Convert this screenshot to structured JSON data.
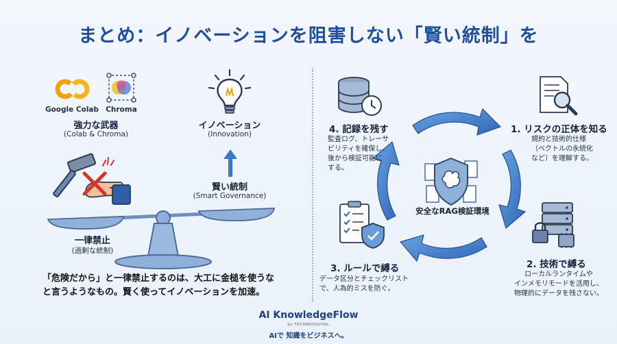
{
  "title": "まとめ：イノベーションを阻害しない「賢い統制」を",
  "left": {
    "tools": [
      {
        "name": "Google Colab",
        "icon": "colab-logo-icon"
      },
      {
        "name": "Chroma",
        "icon": "chroma-logo-icon"
      }
    ],
    "weapon_title": "強力な武器",
    "weapon_sub": "(Colab & Chroma)",
    "innovation_title": "イノベーション",
    "innovation_sub": "(Innovation)",
    "governance_title": "賢い統制",
    "governance_sub": "(Smart Governance)",
    "ban_title": "一律禁止",
    "ban_sub": "(過剰な統制)",
    "bottom_line1": "「危険だから」と一律禁止するのは、大工に金槌を使うな",
    "bottom_line2": "と言うようなもの。賢く使ってイノベーションを加速。"
  },
  "right": {
    "center_label": "安全なRAG検証環境",
    "steps": [
      {
        "title": "1. リスクの正体を知る",
        "lines": [
          "規約と技術的仕様",
          "（ベクトルの永続化",
          "など）を理解する。"
        ]
      },
      {
        "title": "2. 技術で縛る",
        "lines": [
          "ローカルランタイムや",
          "インメモリモードを活用し、",
          "物理的にデータを残さない。"
        ]
      },
      {
        "title": "3. ルールで縛る",
        "lines": [
          "データ区分とチェックリスト",
          "で、人為的ミスを防ぐ。"
        ]
      },
      {
        "title": "4. 記録を残す",
        "lines": [
          "監査ログ、トレーサ",
          "ビリティを確保し、",
          "後から検証可能に",
          "する。"
        ]
      }
    ]
  },
  "footer": {
    "brand": "AI KnowledgeFlow",
    "by": "by TECHNODIGITAL",
    "tagline": "AIで 知識をビジネスへ。"
  },
  "colors": {
    "title_blue": "#1d4f9c",
    "arrow_blue": "#3a78c9",
    "arrow_light": "#5b98dc",
    "scale_blue": "#8fb0d8",
    "red_x": "#d9322b",
    "colab_orange": "#f2a20a"
  }
}
